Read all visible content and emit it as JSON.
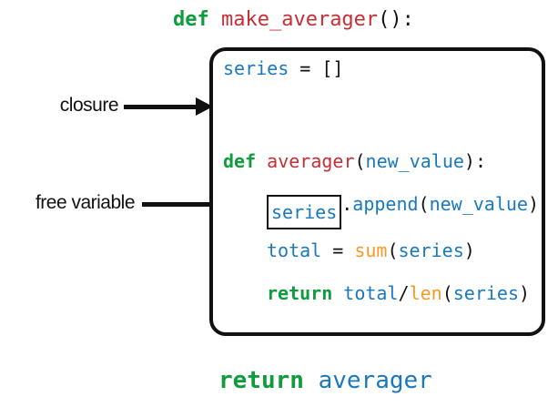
{
  "colors": {
    "keyword_green": "#0e9c3c",
    "function_red": "#c72e35",
    "variable_blue": "#1a78be",
    "builtin_orange": "#f79a28",
    "ink_black": "#111111"
  },
  "annotations": {
    "closure": "closure",
    "free_variable": "free variable"
  },
  "code": {
    "header_line": {
      "kw": "def ",
      "name": "make_averager",
      "punct": "():"
    },
    "box": {
      "line1": {
        "var": "series",
        "assign": " = ",
        "literal": "[]"
      },
      "def_line": {
        "kw": "def ",
        "name": "averager",
        "open": "(",
        "param": "new_value",
        "close": "):"
      },
      "append_line": {
        "boxed_var": "series",
        "dot": ".",
        "method": "append",
        "open": "(",
        "arg": "new_value",
        "close": ")"
      },
      "total_line": {
        "var": "total",
        "assign": " = ",
        "builtin": "sum",
        "open": "(",
        "arg": "series",
        "close": ")"
      },
      "return_line": {
        "kw": "return ",
        "var": "total",
        "slash": "/",
        "builtin": "len",
        "open": "(",
        "arg": "series",
        "close": ")"
      }
    },
    "footer_line": {
      "kw": "return ",
      "value": "averager"
    }
  }
}
